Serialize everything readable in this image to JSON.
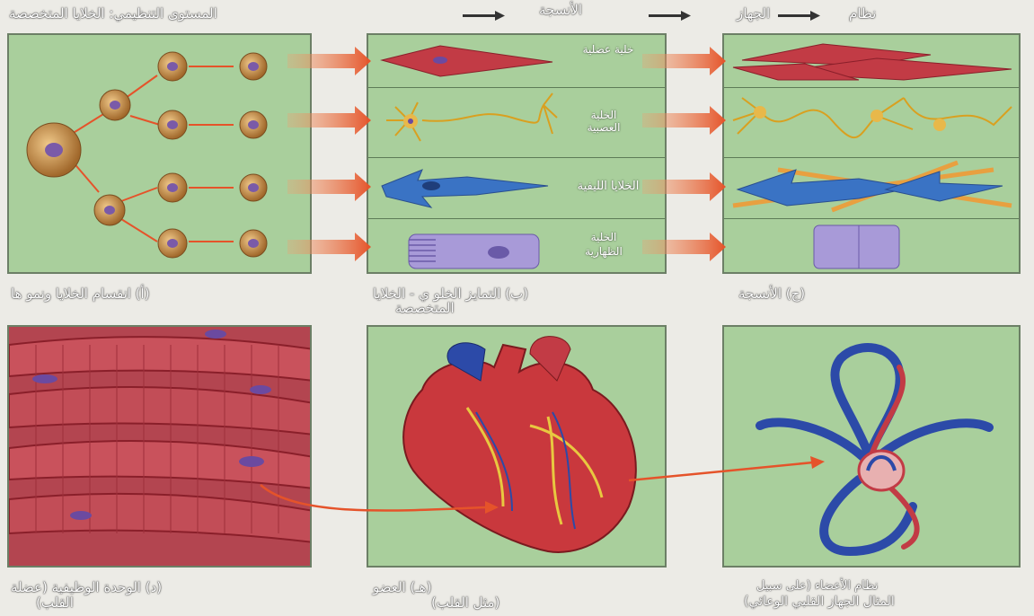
{
  "header": {
    "levels_label": "المستوى التنظيمي: الخلايا المتخصصة",
    "tissues": "الأنسجة",
    "system": "الجهاز",
    "organ_system": "نظام"
  },
  "panels": {
    "a": "(أ) انقسام الخلايا ونمو ها",
    "b_line1": "(ب) التمايز الخلو ي - الخلايا",
    "b_line2": "المتخصصة",
    "c": "(ج) الأنسجة",
    "d_line1": "(د) الوحدة الوظيفية (عضلة",
    "d_line2": "القلب)",
    "e_line1": "(هـ) العضو",
    "e_line2": "(مثل القلب)",
    "f_line1": "نظام الأعضاء (على سبيل",
    "f_line2": "المثال الجهاز القلبي الوعائي)"
  },
  "cell_types": {
    "muscle": "خلية عضلية",
    "nerve_line1": "الخلية",
    "nerve_line2": "العصبية",
    "fibroblast": "الخلايا الليفية",
    "epithelial_line1": "الخلية",
    "epithelial_line2": "الظهارية"
  },
  "colors": {
    "panel_green": "#a9cf9c",
    "arrow_orange": "#e5532a",
    "muscle_red": "#c23b45",
    "vessel_blue": "#2c4aa8"
  }
}
